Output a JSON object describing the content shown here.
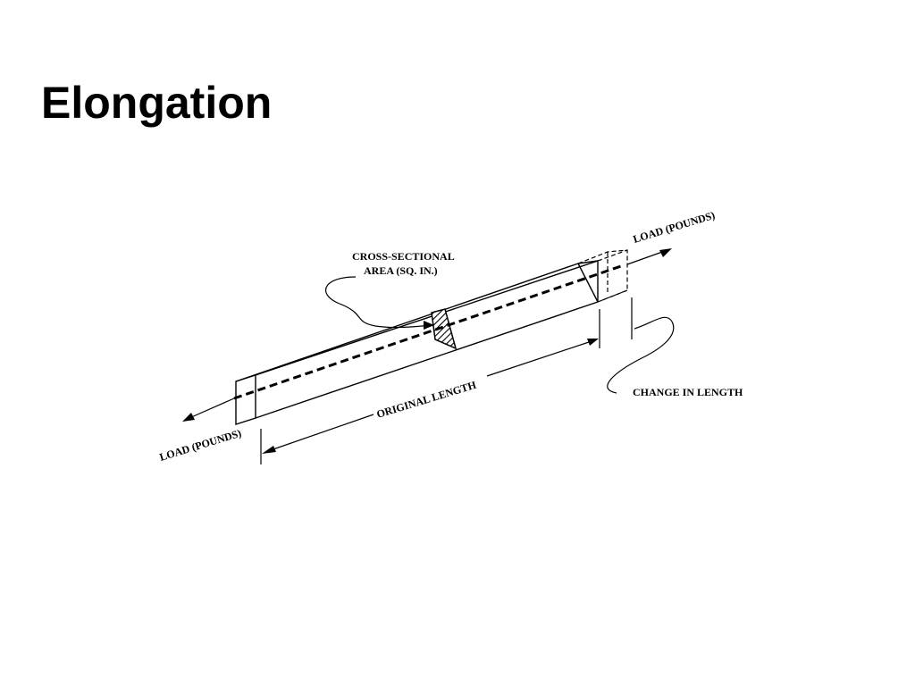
{
  "slide": {
    "title": "Elongation"
  },
  "diagram": {
    "labels": {
      "load_right": "LOAD (POUNDS)",
      "load_left": "LOAD (POUNDS)",
      "cross_section_line1": "CROSS-SECTIONAL",
      "cross_section_line2": "AREA (SQ. IN.)",
      "original_length": "ORIGINAL LENGTH",
      "change_in_length": "CHANGE IN LENGTH"
    }
  }
}
